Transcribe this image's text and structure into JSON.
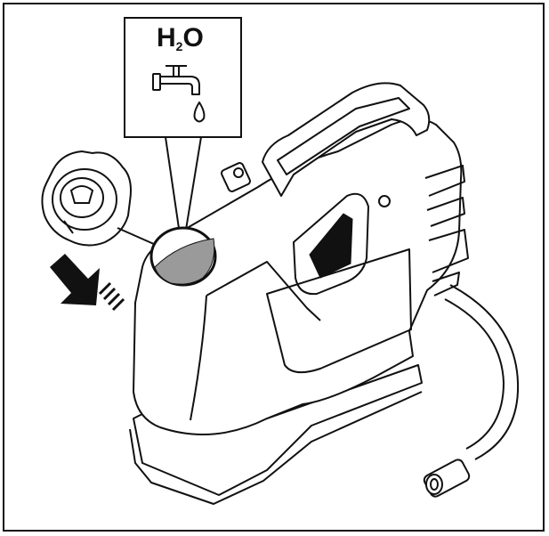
{
  "callout": {
    "formula_element_1": "H",
    "formula_subscript": "2",
    "formula_element_2": "O",
    "icon": "water-tap-icon"
  },
  "indicators": {
    "arrow": "direction-arrow-icon",
    "cap": "tank-cap-icon",
    "device": "pressure-washer-tank-icon"
  },
  "colors": {
    "line": "#111111",
    "water_fill": "#9a9a9a",
    "background": "#ffffff"
  }
}
